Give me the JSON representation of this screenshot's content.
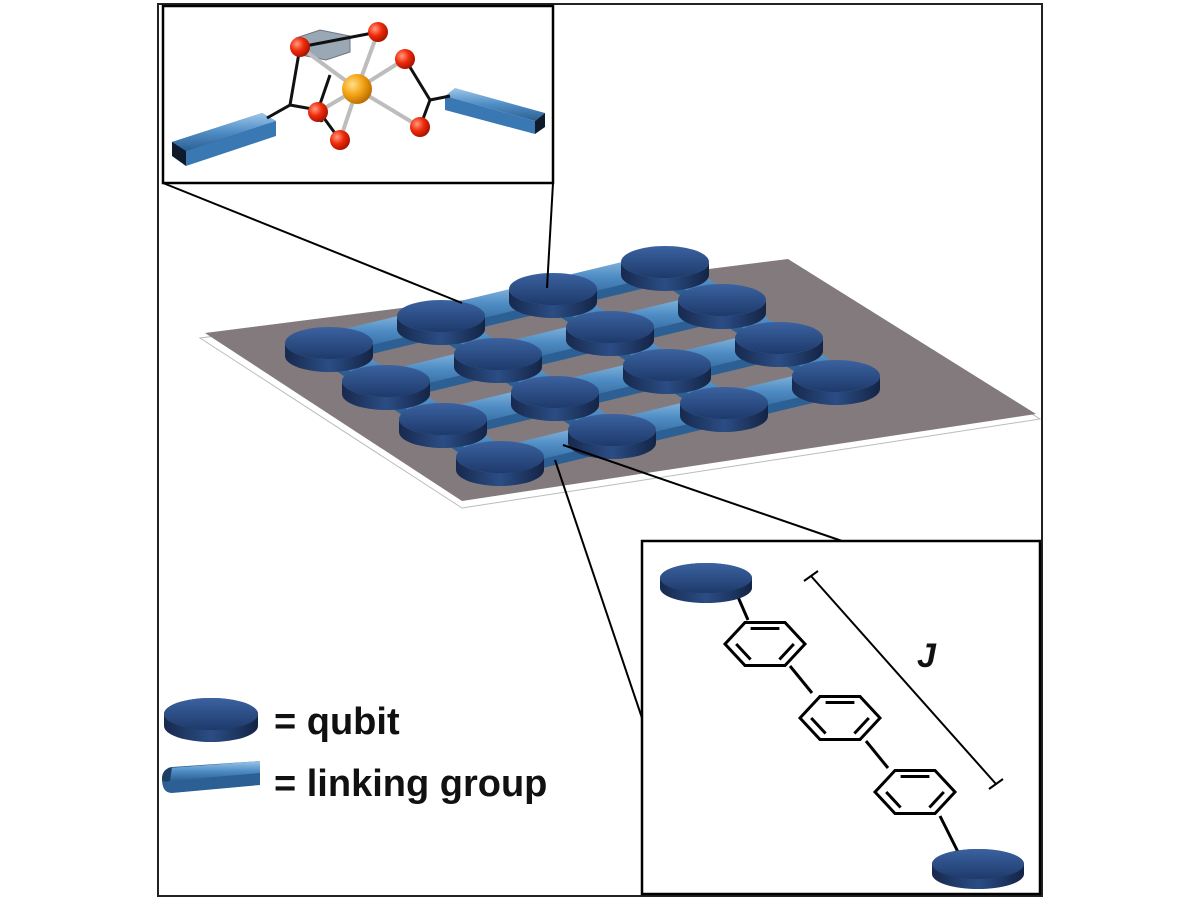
{
  "legend": {
    "qubit_label": "= qubit",
    "linker_label": "= linking group"
  },
  "inset_chain": {
    "coupling_label": "J",
    "phenylene_rings": 3
  },
  "lattice": {
    "rows": 4,
    "cols": 4,
    "qubit_count": 16
  },
  "colors": {
    "qubit_dark": "#1b3461",
    "qubit_top": "#2a4d86",
    "linker": "#4a86bd",
    "linker_light": "#8fbbe2",
    "plane": "#837a7d",
    "oxygen": "#e8260c",
    "metal": "#f3a21b"
  },
  "icons": {
    "qubit": "disc-icon",
    "linker": "rounded-bar-icon",
    "oxygen": "red-sphere-icon",
    "metal": "orange-sphere-icon"
  }
}
